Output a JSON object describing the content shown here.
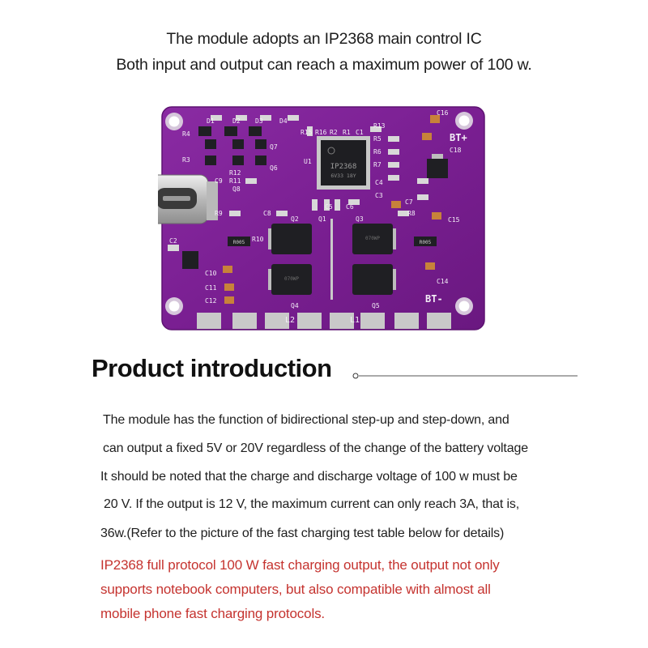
{
  "header": {
    "line1": "The module adopts an IP2368 main control IC",
    "line2": "Both input and output can reach a maximum power of 100 w."
  },
  "board": {
    "chip_lines": [
      "IP2368",
      "6V33 18Y"
    ],
    "silkscreen": {
      "bt_plus": "BT+",
      "bt_minus": "BT-",
      "l1": "L1",
      "l2": "L2",
      "r4": "R4",
      "r3": "R3",
      "r1": "R1",
      "r2": "R2",
      "r5": "R5",
      "r6": "R6",
      "r7": "R7",
      "r8": "R8",
      "r9": "R9",
      "r10": "R10",
      "r11": "R11",
      "r12": "R12",
      "r13": "R13",
      "r15": "R15",
      "r16": "R16",
      "c1": "C1",
      "c2": "C2",
      "c3": "C3",
      "c4": "C4",
      "c5": "C5",
      "c6": "C6",
      "c7": "C7",
      "c8": "C8",
      "c9": "C9",
      "c10": "C10",
      "c11": "C11",
      "c12": "C12",
      "c14": "C14",
      "c15": "C15",
      "c16": "C16",
      "c18": "C18",
      "d1": "D1",
      "d2": "D2",
      "d3": "D3",
      "d4": "D4",
      "q1": "Q1",
      "q2": "Q2",
      "q3": "Q3",
      "q4": "Q4",
      "q5": "Q5",
      "q6": "Q6",
      "q7": "Q7",
      "q8": "Q8",
      "u1": "U1",
      "r005_left": "R005",
      "r005_right": "R005",
      "mosfet_mark_a": "070WP",
      "mosfet_mark_b": "070WP"
    }
  },
  "intro": {
    "title": "Product introduction",
    "lines": [
      "The module has the function of bidirectional step-up and step-down, and",
      "can output a fixed 5V or 20V regardless of the change of the battery voltage",
      "It should be noted that the charge and discharge voltage of 100 w must be",
      "20 V. If the output is 12 V, the maximum current can only reach 3A, that is,",
      "36w.(Refer to the picture of the fast charging test table below for details)"
    ],
    "highlight_lines": [
      "IP2368 full protocol 100 W fast charging output, the output not only",
      "supports notebook computers, but also compatible with almost all",
      "mobile phone fast charging protocols."
    ]
  },
  "colors": {
    "pcb": "#7a1f92",
    "pcb_edge": "#5e1372",
    "silk": "#f3eef6",
    "pad": "#c9c9c9",
    "chip": "#1e1e22",
    "highlight_text": "#c5332f"
  }
}
